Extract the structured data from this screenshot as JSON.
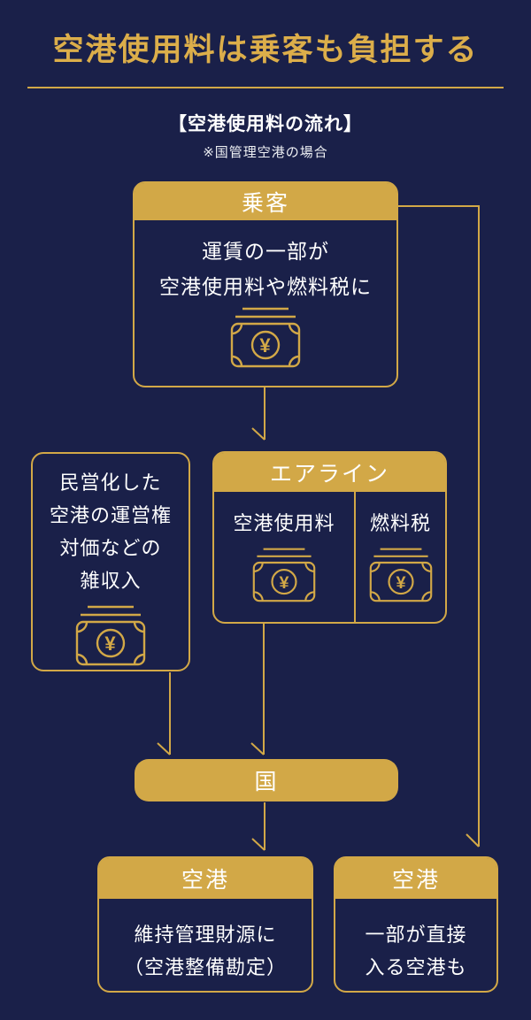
{
  "title": "空港使用料は乗客も負担する",
  "subtitle": "【空港使用料の流れ】",
  "note": "※国管理空港の場合",
  "currency": "¥",
  "colors": {
    "background": "#1a2049",
    "gold": "#d2a847",
    "title_gold": "#dcae4a",
    "text": "#ffffff"
  },
  "boxes": {
    "passenger": {
      "header": "乗客",
      "lines": [
        "運賃の一部が",
        "空港使用料や燃料税に"
      ],
      "icon": "banknote-yen-icon"
    },
    "misc": {
      "lines": [
        "民営化した",
        "空港の運営権",
        "対価などの",
        "雑収入"
      ],
      "icon": "banknote-yen-icon"
    },
    "airline": {
      "header": "エアライン",
      "columns": [
        {
          "label": "空港使用料",
          "icon": "banknote-yen-icon"
        },
        {
          "label": "燃料税",
          "icon": "banknote-yen-icon"
        }
      ]
    },
    "state": {
      "label": "国"
    },
    "airport_main": {
      "header": "空港",
      "lines": [
        "維持管理財源に",
        "（空港整備勘定）"
      ]
    },
    "airport_direct": {
      "header": "空港",
      "lines": [
        "一部が直接",
        "入る空港も"
      ]
    }
  }
}
